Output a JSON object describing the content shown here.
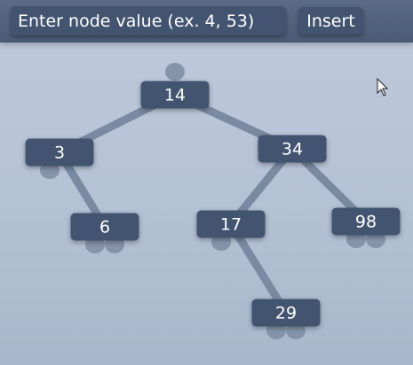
{
  "toolbar": {
    "input_placeholder": "Enter node value (ex. 4, 53)",
    "input_value": "",
    "insert_label": "Insert"
  },
  "tree": {
    "nodes": [
      {
        "value": "14",
        "left": "3",
        "right": "34"
      },
      {
        "value": "3",
        "left": null,
        "right": "6"
      },
      {
        "value": "34",
        "left": "17",
        "right": "98"
      },
      {
        "value": "6",
        "left": null,
        "right": null
      },
      {
        "value": "17",
        "left": null,
        "right": "29"
      },
      {
        "value": "98",
        "left": null,
        "right": null
      },
      {
        "value": "29",
        "left": null,
        "right": null
      }
    ]
  },
  "colors": {
    "node_fill": "#435470",
    "edge": "#7a8aa3",
    "stub": "#8594ab",
    "toolbar": "#4e5f7a"
  }
}
